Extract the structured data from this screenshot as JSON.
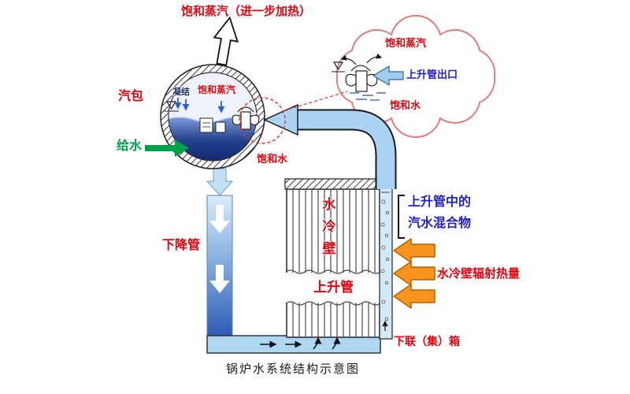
{
  "title": "锅炉水系统结构示意图",
  "drum": {
    "label": "汽包",
    "condensation": "凝结",
    "saturated_steam": "饱和蒸汽",
    "outlet_steam": "饱和蒸汽（进一步加热）",
    "feedwater": "给水",
    "saturated_water": "饱和水"
  },
  "downcomer": {
    "label": "下降管"
  },
  "riser": {
    "water_wall": "水冷壁",
    "riser_pipe": "上升管"
  },
  "right_side": {
    "mixture_line1": "上升管中的",
    "mixture_line2": "汽水混合物",
    "radiation": "水冷壁辐射热量",
    "lower_header": "下联（集）箱"
  },
  "cloud": {
    "saturated_steam": "饱和蒸汽",
    "riser_outlet": "上升管出口",
    "saturated_water": "饱和水"
  },
  "colors": {
    "label_red": "#e8000d",
    "label_blue": "#2020d0",
    "label_green": "#00a14b",
    "heat_orange": "#f7941d",
    "pipe_blue": "#a9d3f2",
    "water_dark": "#0c2e86",
    "cloud_edge": "#e37c7c"
  },
  "icons": {
    "water_level": "inverted-triangle-icon",
    "flow_down": "down-arrow-icon",
    "flow_up": "up-arrow-icon",
    "heat": "left-block-arrow-icon"
  }
}
